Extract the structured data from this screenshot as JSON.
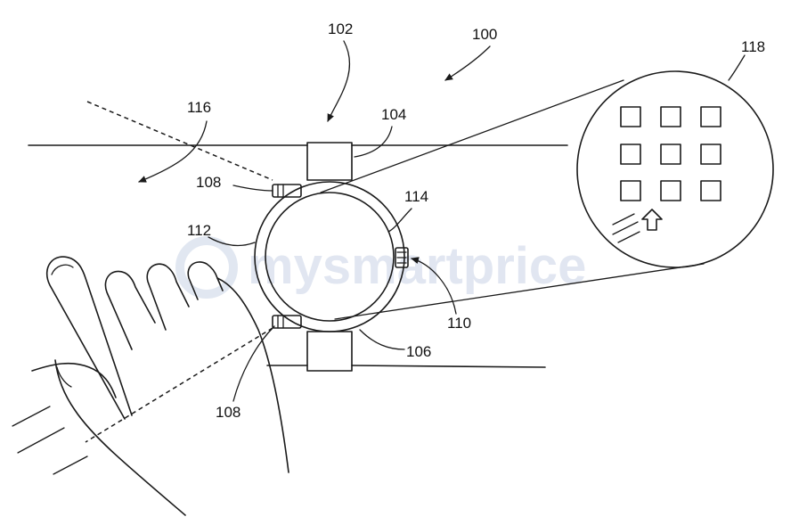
{
  "figure": {
    "labels": {
      "system": "100",
      "device": "102",
      "upper_band": "104",
      "lower_band": "106",
      "button_upper": "108",
      "button_lower": "108",
      "crown": "110",
      "bezel": "112",
      "display": "114",
      "beam": "116",
      "projection": "118"
    },
    "watermark": "mysmartprice"
  }
}
